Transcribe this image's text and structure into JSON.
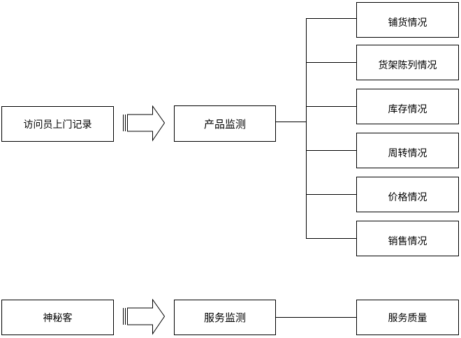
{
  "colors": {
    "stroke": "#000000",
    "background": "#ffffff",
    "text": "#000000"
  },
  "row1": {
    "source": "访问员上门记录",
    "monitor": "产品监测",
    "items": [
      "铺货情况",
      "货架陈列情况",
      "库存情况",
      "周转情况",
      "价格情况",
      "销售情况"
    ]
  },
  "row2": {
    "source": "神秘客",
    "monitor": "服务监测",
    "item": "服务质量"
  },
  "icons": {
    "arrow": "block-arrow-right-icon"
  }
}
